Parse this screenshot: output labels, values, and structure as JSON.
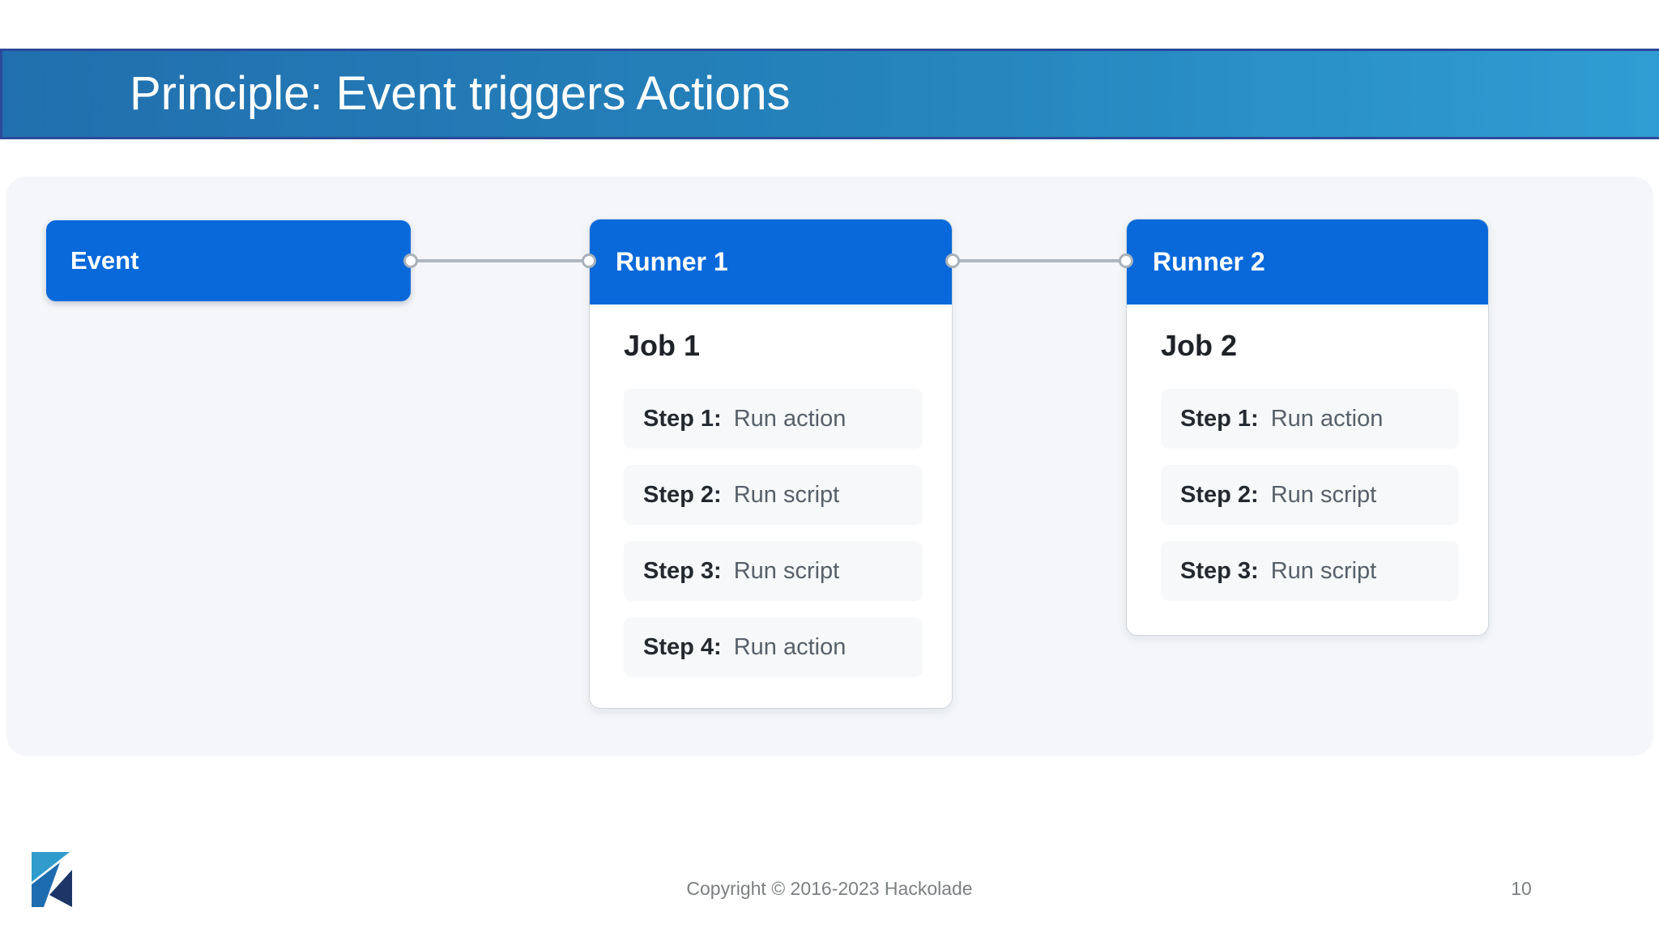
{
  "slide": {
    "title": "Principle: Event triggers Actions",
    "copyright": "Copyright © 2016-2023 Hackolade",
    "page_number": "10"
  },
  "diagram": {
    "event": {
      "label": "Event"
    },
    "runners": [
      {
        "label": "Runner 1",
        "job": {
          "title": "Job 1",
          "steps": [
            {
              "label": "Step 1:",
              "value": "Run action"
            },
            {
              "label": "Step 2:",
              "value": "Run script"
            },
            {
              "label": "Step 3:",
              "value": "Run script"
            },
            {
              "label": "Step 4:",
              "value": "Run action"
            }
          ]
        }
      },
      {
        "label": "Runner 2",
        "job": {
          "title": "Job 2",
          "steps": [
            {
              "label": "Step 1:",
              "value": "Run action"
            },
            {
              "label": "Step 2:",
              "value": "Run script"
            },
            {
              "label": "Step 3:",
              "value": "Run script"
            }
          ]
        }
      }
    ]
  },
  "icons": {
    "logo": "hackolade-logo"
  },
  "colors": {
    "node_blue": "#0969da",
    "banner_gradient_start": "#216fae",
    "banner_gradient_end": "#2f9dd3",
    "banner_border": "#2c4a99",
    "panel_background": "#f4f6f9",
    "step_pill_background": "#f6f8fa",
    "connector_gray": "#aeb7c0",
    "step_label_text": "#24292f",
    "step_value_text": "#57606a",
    "footer_text": "#7c7f82",
    "logo_cyan": "#2f9ccc",
    "logo_blue": "#1e6cb0",
    "logo_navy": "#1d3667"
  }
}
